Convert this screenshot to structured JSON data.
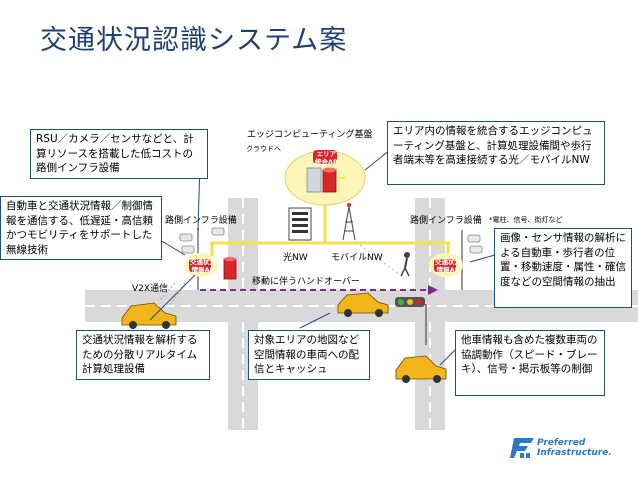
{
  "title": "交通状況認識システム案",
  "callouts": {
    "rsu": "RSU／カメラ／センサなどと、計算リソースを搭載した低コストの路側インフラ設備",
    "area_info": "エリア内の情報を統合するエッジコンピューティング基盤と、計算処理設備間や歩行者端末等を高速接続する光／モバイルNW",
    "wireless": "自動車と交通状況情報／制御情報を通信する、低遅延・高信頼かつモビリティをサポートした無線技術",
    "image_analysis": "画像・センサ情報の解析による自動車・歩行者の位置・移動速度・属性・確信度などの空間情報の抽出",
    "distributed": "交通状況情報を解析するための分散リアルタイム計算処理設備",
    "map_delivery": "対象エリアの地図など空間情報の車両への配信とキャッシュ",
    "coop_control": "他車情報も含めた複数車両の協調動作（スピード・ブレーキ）、信号・掲示板等の制御"
  },
  "labels": {
    "edge_platform": "エッジコンピューティング基盤",
    "cloud": "クラウドへ",
    "area_ap": "エリア\n統合AP",
    "roadside_left": "路側インフラ設備",
    "roadside_right": "路側インフラ設備",
    "roadside_note": "*電柱、信号、街灯など",
    "traffic_ap": "交通状況\n情報AP",
    "optical_nw": "光NW",
    "mobile_nw": "モバイルNW",
    "handover": "移動に伴うハンドオーバー",
    "v2x": "V2X通信"
  },
  "logo": {
    "line1": "Preferred",
    "line2": "Infrastructure."
  },
  "colors": {
    "title": "#1f3f73",
    "road": "#d9d9d9",
    "network_line": "#f2e34a",
    "ap_red": "#d9252a",
    "handover_arrow": "#7a2d8c",
    "callout_border": "#1f4f7f",
    "logo": "#2a78c8"
  }
}
